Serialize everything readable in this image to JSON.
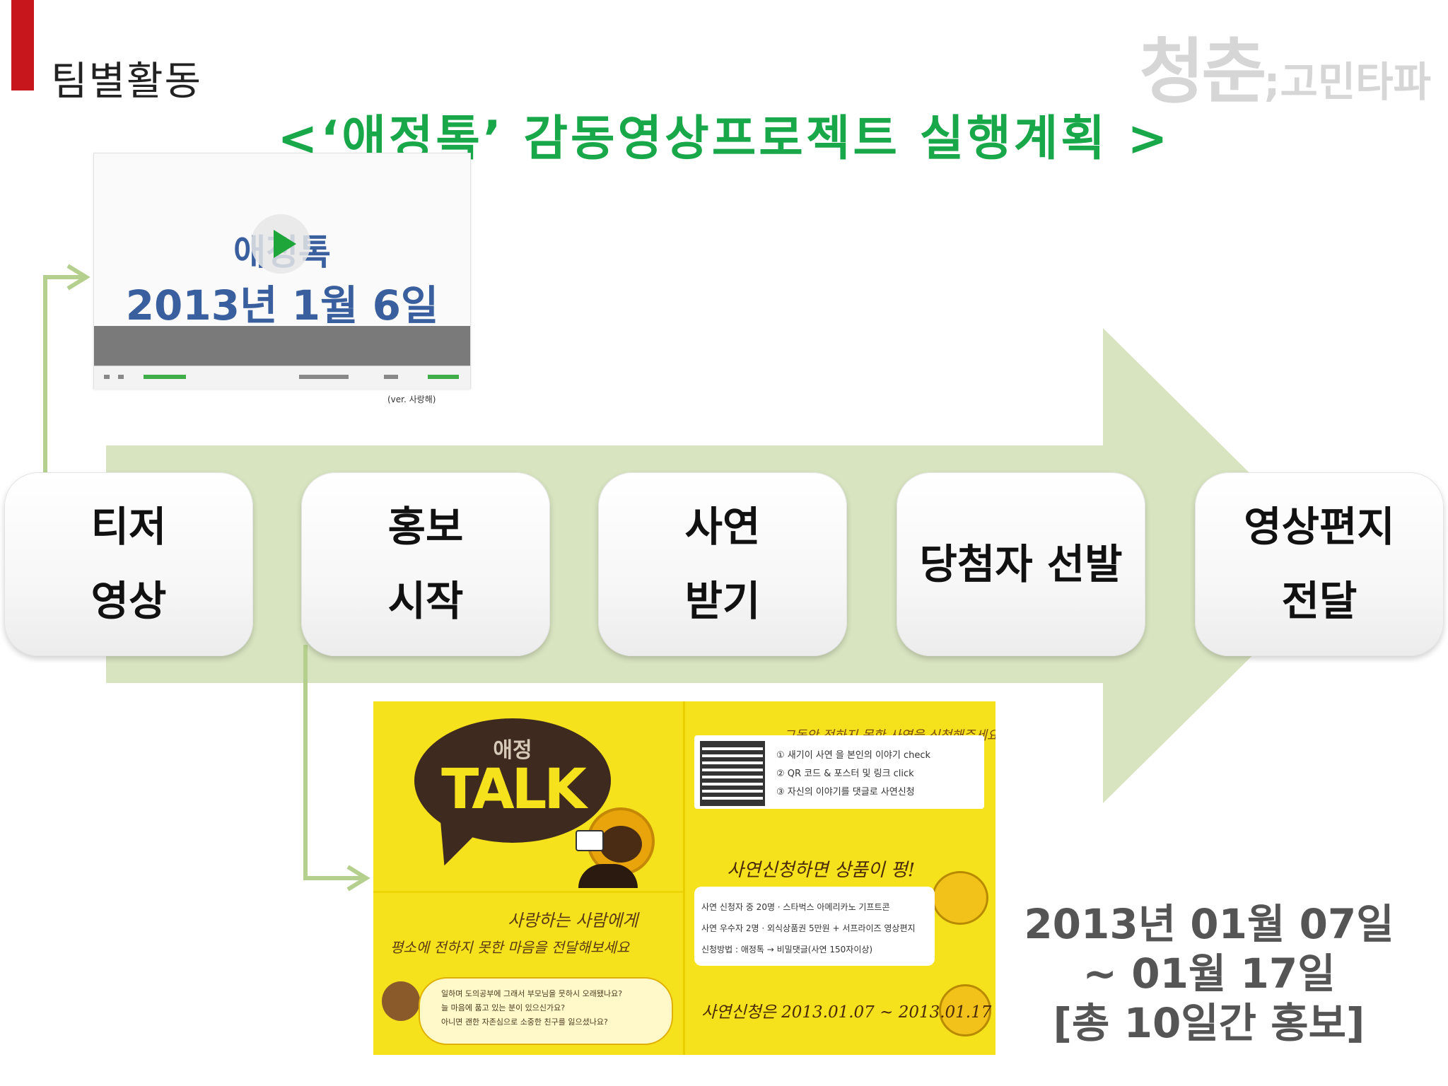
{
  "header": {
    "section_title": "팀별활동",
    "brand_main": "청춘",
    "brand_sub": ";고민타파",
    "slide_title": "<‘애정톡’ 감동영상프로젝트 실행계획 >"
  },
  "timeline": {
    "steps": [
      {
        "line1": "티저",
        "line2": "영상"
      },
      {
        "line1": "홍보",
        "line2": "시작"
      },
      {
        "line1": "사연",
        "line2": "받기"
      },
      {
        "line1": "당첨자 선발",
        "line2": ""
      },
      {
        "line1": "영상편지",
        "line2": "전달"
      }
    ]
  },
  "video": {
    "title_line1": "애정톡",
    "title_line2": "2013년 1월 6일",
    "caption": "(ver. 사랑해)"
  },
  "poster": {
    "logo_top": "애정",
    "logo_main": "TALK",
    "slogan1": "사랑하는 사람에게",
    "slogan2": "평소에 전하지 못한 마음을 전달해보세요",
    "apply_header": "그동안 전하지 못한 사연을 신청해주세요!",
    "steps_text": [
      "① 새기이 사연 을 본인의 이야기 check",
      "② QR 코드 & 포스터 및 링크 click",
      "③ 자신의 이야기를 댓글로 사연신청"
    ],
    "prize_header": "사연신청하면 상품이 펑!",
    "prize_lines": [
      "사연 신청자 중 20명 · 스타벅스 아메리카노 기프트콘",
      "사연 우수자 2명 · 외식상품권 5만원 + 서프라이즈 영상편지",
      "신청방법 : 애정톡 → 비밀댓글(사연 150자이상)"
    ],
    "period_text": "사연신청은 2013.01.07 ~ 2013.01.17",
    "message_lines": [
      "일하며 도의공부에 그래서 부모님을 뭇하시 오래됐나요?",
      "늘 마음에 품고 있는 분이 있으신가요?",
      "아니면 괜한 자존심으로 소중한 친구를 잃으셨나요?"
    ]
  },
  "schedule": {
    "line1": "2013년 01월 07일",
    "line2": "~ 01월 17일",
    "line3": "[총 10일간 홍보]"
  },
  "colors": {
    "accent_red": "#c8161d",
    "title_green": "#18a84a",
    "arrow_green": "#d8e4c0",
    "connector_green": "#b5d08e",
    "poster_yellow": "#f6e21c"
  }
}
